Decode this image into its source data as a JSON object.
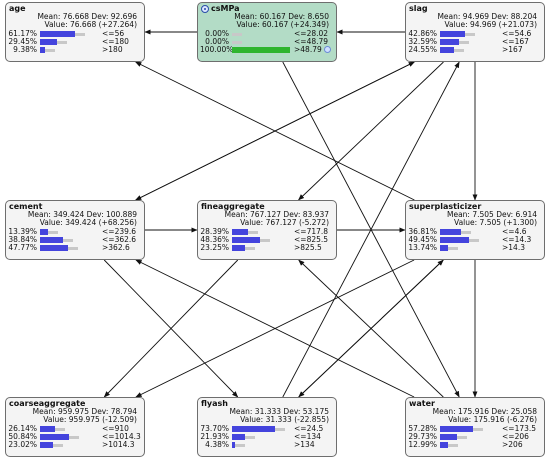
{
  "nodes": [
    {
      "id": "age",
      "title": "age",
      "mean": "Mean: 76.668 Dev: 92.696",
      "value": "Value: 76.668 (+27.264)",
      "rows": [
        {
          "pct": "61.17%",
          "label": "<=56",
          "frac": 0.6117
        },
        {
          "pct": "29.45%",
          "label": "<=180",
          "frac": 0.2945
        },
        {
          "pct": "9.38%",
          "label": ">180",
          "frac": 0.0938
        }
      ]
    },
    {
      "id": "csMPa",
      "title": "csMPa",
      "target": true,
      "mean": "Mean: 60.167 Dev: 8.650",
      "value": "Value: 60.167 (+24.349)",
      "rows": [
        {
          "pct": "0.00%",
          "label": "<=28.02",
          "frac": 0
        },
        {
          "pct": "0.00%",
          "label": "<=48.79",
          "frac": 0
        },
        {
          "pct": "100.00%",
          "label": ">48.79",
          "frac": 1.0
        }
      ]
    },
    {
      "id": "slag",
      "title": "slag",
      "mean": "Mean: 94.969 Dev: 88.204",
      "value": "Value: 94.969 (+21.073)",
      "rows": [
        {
          "pct": "42.86%",
          "label": "<=54.6",
          "frac": 0.4286
        },
        {
          "pct": "32.59%",
          "label": "<=167",
          "frac": 0.3259
        },
        {
          "pct": "24.55%",
          "label": ">167",
          "frac": 0.2455
        }
      ]
    },
    {
      "id": "cement",
      "title": "cement",
      "mean": "Mean: 349.424 Dev: 100.889",
      "value": "Value: 349.424 (+68.256)",
      "rows": [
        {
          "pct": "13.39%",
          "label": "<=239.6",
          "frac": 0.1339
        },
        {
          "pct": "38.84%",
          "label": "<=362.6",
          "frac": 0.3884
        },
        {
          "pct": "47.77%",
          "label": ">362.6",
          "frac": 0.4777
        }
      ]
    },
    {
      "id": "fineaggregate",
      "title": "fineaggregate",
      "mean": "Mean: 767.127 Dev: 83.937",
      "value": "Value: 767.127 (-5.272)",
      "rows": [
        {
          "pct": "28.39%",
          "label": "<=717.8",
          "frac": 0.2839
        },
        {
          "pct": "48.36%",
          "label": "<=825.5",
          "frac": 0.4836
        },
        {
          "pct": "23.25%",
          "label": ">825.5",
          "frac": 0.2325
        }
      ]
    },
    {
      "id": "superplasticizer",
      "title": "superplasticizer",
      "mean": "Mean: 7.505 Dev: 6.914",
      "value": "Value: 7.505 (+1.300)",
      "rows": [
        {
          "pct": "36.81%",
          "label": "<=4.6",
          "frac": 0.3681
        },
        {
          "pct": "49.45%",
          "label": "<=14.3",
          "frac": 0.4945
        },
        {
          "pct": "13.74%",
          "label": ">14.3",
          "frac": 0.1374
        }
      ]
    },
    {
      "id": "coarseaggregate",
      "title": "coarseaggregate",
      "mean": "Mean: 959.975 Dev: 78.794",
      "value": "Value: 959.975 (-12.509)",
      "rows": [
        {
          "pct": "26.14%",
          "label": "<=910",
          "frac": 0.2614
        },
        {
          "pct": "50.84%",
          "label": "<=1014.3",
          "frac": 0.5084
        },
        {
          "pct": "23.02%",
          "label": ">1014.3",
          "frac": 0.2302
        }
      ]
    },
    {
      "id": "flyash",
      "title": "flyash",
      "mean": "Mean: 31.333 Dev: 53.175",
      "value": "Value: 31.333 (-22.855)",
      "rows": [
        {
          "pct": "73.70%",
          "label": "<=24.5",
          "frac": 0.737
        },
        {
          "pct": "21.93%",
          "label": "<=134",
          "frac": 0.2193
        },
        {
          "pct": "4.38%",
          "label": ">134",
          "frac": 0.0438
        }
      ]
    },
    {
      "id": "water",
      "title": "water",
      "mean": "Mean: 175.916 Dev: 25.058",
      "value": "Value: 175.916 (-6.276)",
      "rows": [
        {
          "pct": "57.28%",
          "label": "<=173.5",
          "frac": 0.5728
        },
        {
          "pct": "29.73%",
          "label": "<=206",
          "frac": 0.2973
        },
        {
          "pct": "12.99%",
          "label": ">206",
          "frac": 0.1299
        }
      ]
    }
  ],
  "edges": [
    {
      "from": "csMPa",
      "to": "age"
    },
    {
      "from": "slag",
      "to": "csMPa"
    },
    {
      "from": "slag",
      "to": "superplasticizer"
    },
    {
      "from": "slag",
      "to": "fineaggregate"
    },
    {
      "from": "slag",
      "to": "cement"
    },
    {
      "from": "superplasticizer",
      "to": "age"
    },
    {
      "from": "cement",
      "to": "fineaggregate"
    },
    {
      "from": "cement",
      "to": "flyash"
    },
    {
      "from": "cement",
      "to": "slag"
    },
    {
      "from": "fineaggregate",
      "to": "superplasticizer"
    },
    {
      "from": "fineaggregate",
      "to": "coarseaggregate"
    },
    {
      "from": "superplasticizer",
      "to": "coarseaggregate"
    },
    {
      "from": "superplasticizer",
      "to": "water"
    },
    {
      "from": "superplasticizer",
      "to": "flyash"
    },
    {
      "from": "flyash",
      "to": "slag"
    },
    {
      "from": "flyash",
      "to": "superplasticizer"
    },
    {
      "from": "water",
      "to": "fineaggregate"
    },
    {
      "from": "water",
      "to": "cement"
    },
    {
      "from": "csMPa",
      "to": "water"
    }
  ]
}
